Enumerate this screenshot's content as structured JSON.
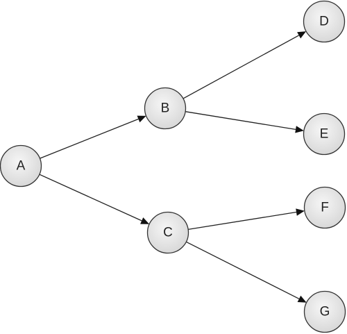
{
  "diagram": {
    "type": "tree",
    "colors": {
      "node_fill_center": "#f6f6f6",
      "node_fill_edge": "#d6d6d6",
      "node_stroke": "#333333",
      "edge": "#222222",
      "text": "#222222"
    },
    "nodes": [
      {
        "id": "A",
        "label": "A"
      },
      {
        "id": "B",
        "label": "B"
      },
      {
        "id": "C",
        "label": "C"
      },
      {
        "id": "D",
        "label": "D"
      },
      {
        "id": "E",
        "label": "E"
      },
      {
        "id": "F",
        "label": "F"
      },
      {
        "id": "G",
        "label": "G"
      }
    ],
    "edges": [
      {
        "from": "A",
        "to": "B"
      },
      {
        "from": "A",
        "to": "C"
      },
      {
        "from": "B",
        "to": "D"
      },
      {
        "from": "B",
        "to": "E"
      },
      {
        "from": "C",
        "to": "F"
      },
      {
        "from": "C",
        "to": "G"
      }
    ]
  }
}
